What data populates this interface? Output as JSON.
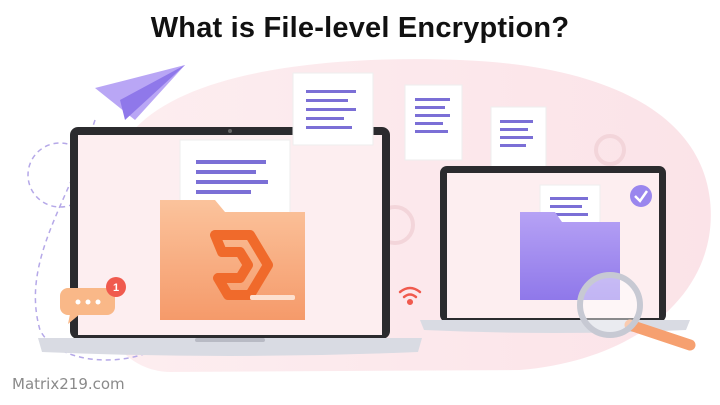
{
  "title": "What is File-level Encryption?",
  "watermark": "Matrix219.com",
  "notification_count": "1",
  "colors": {
    "background_blob": "#fbe6ea",
    "folder_orange": "#f7a878",
    "folder_purple": "#a58cf0",
    "accent_purple": "#8a79e0",
    "laptop_frame": "#2d2d2d",
    "badge_red": "#f05a4e"
  }
}
